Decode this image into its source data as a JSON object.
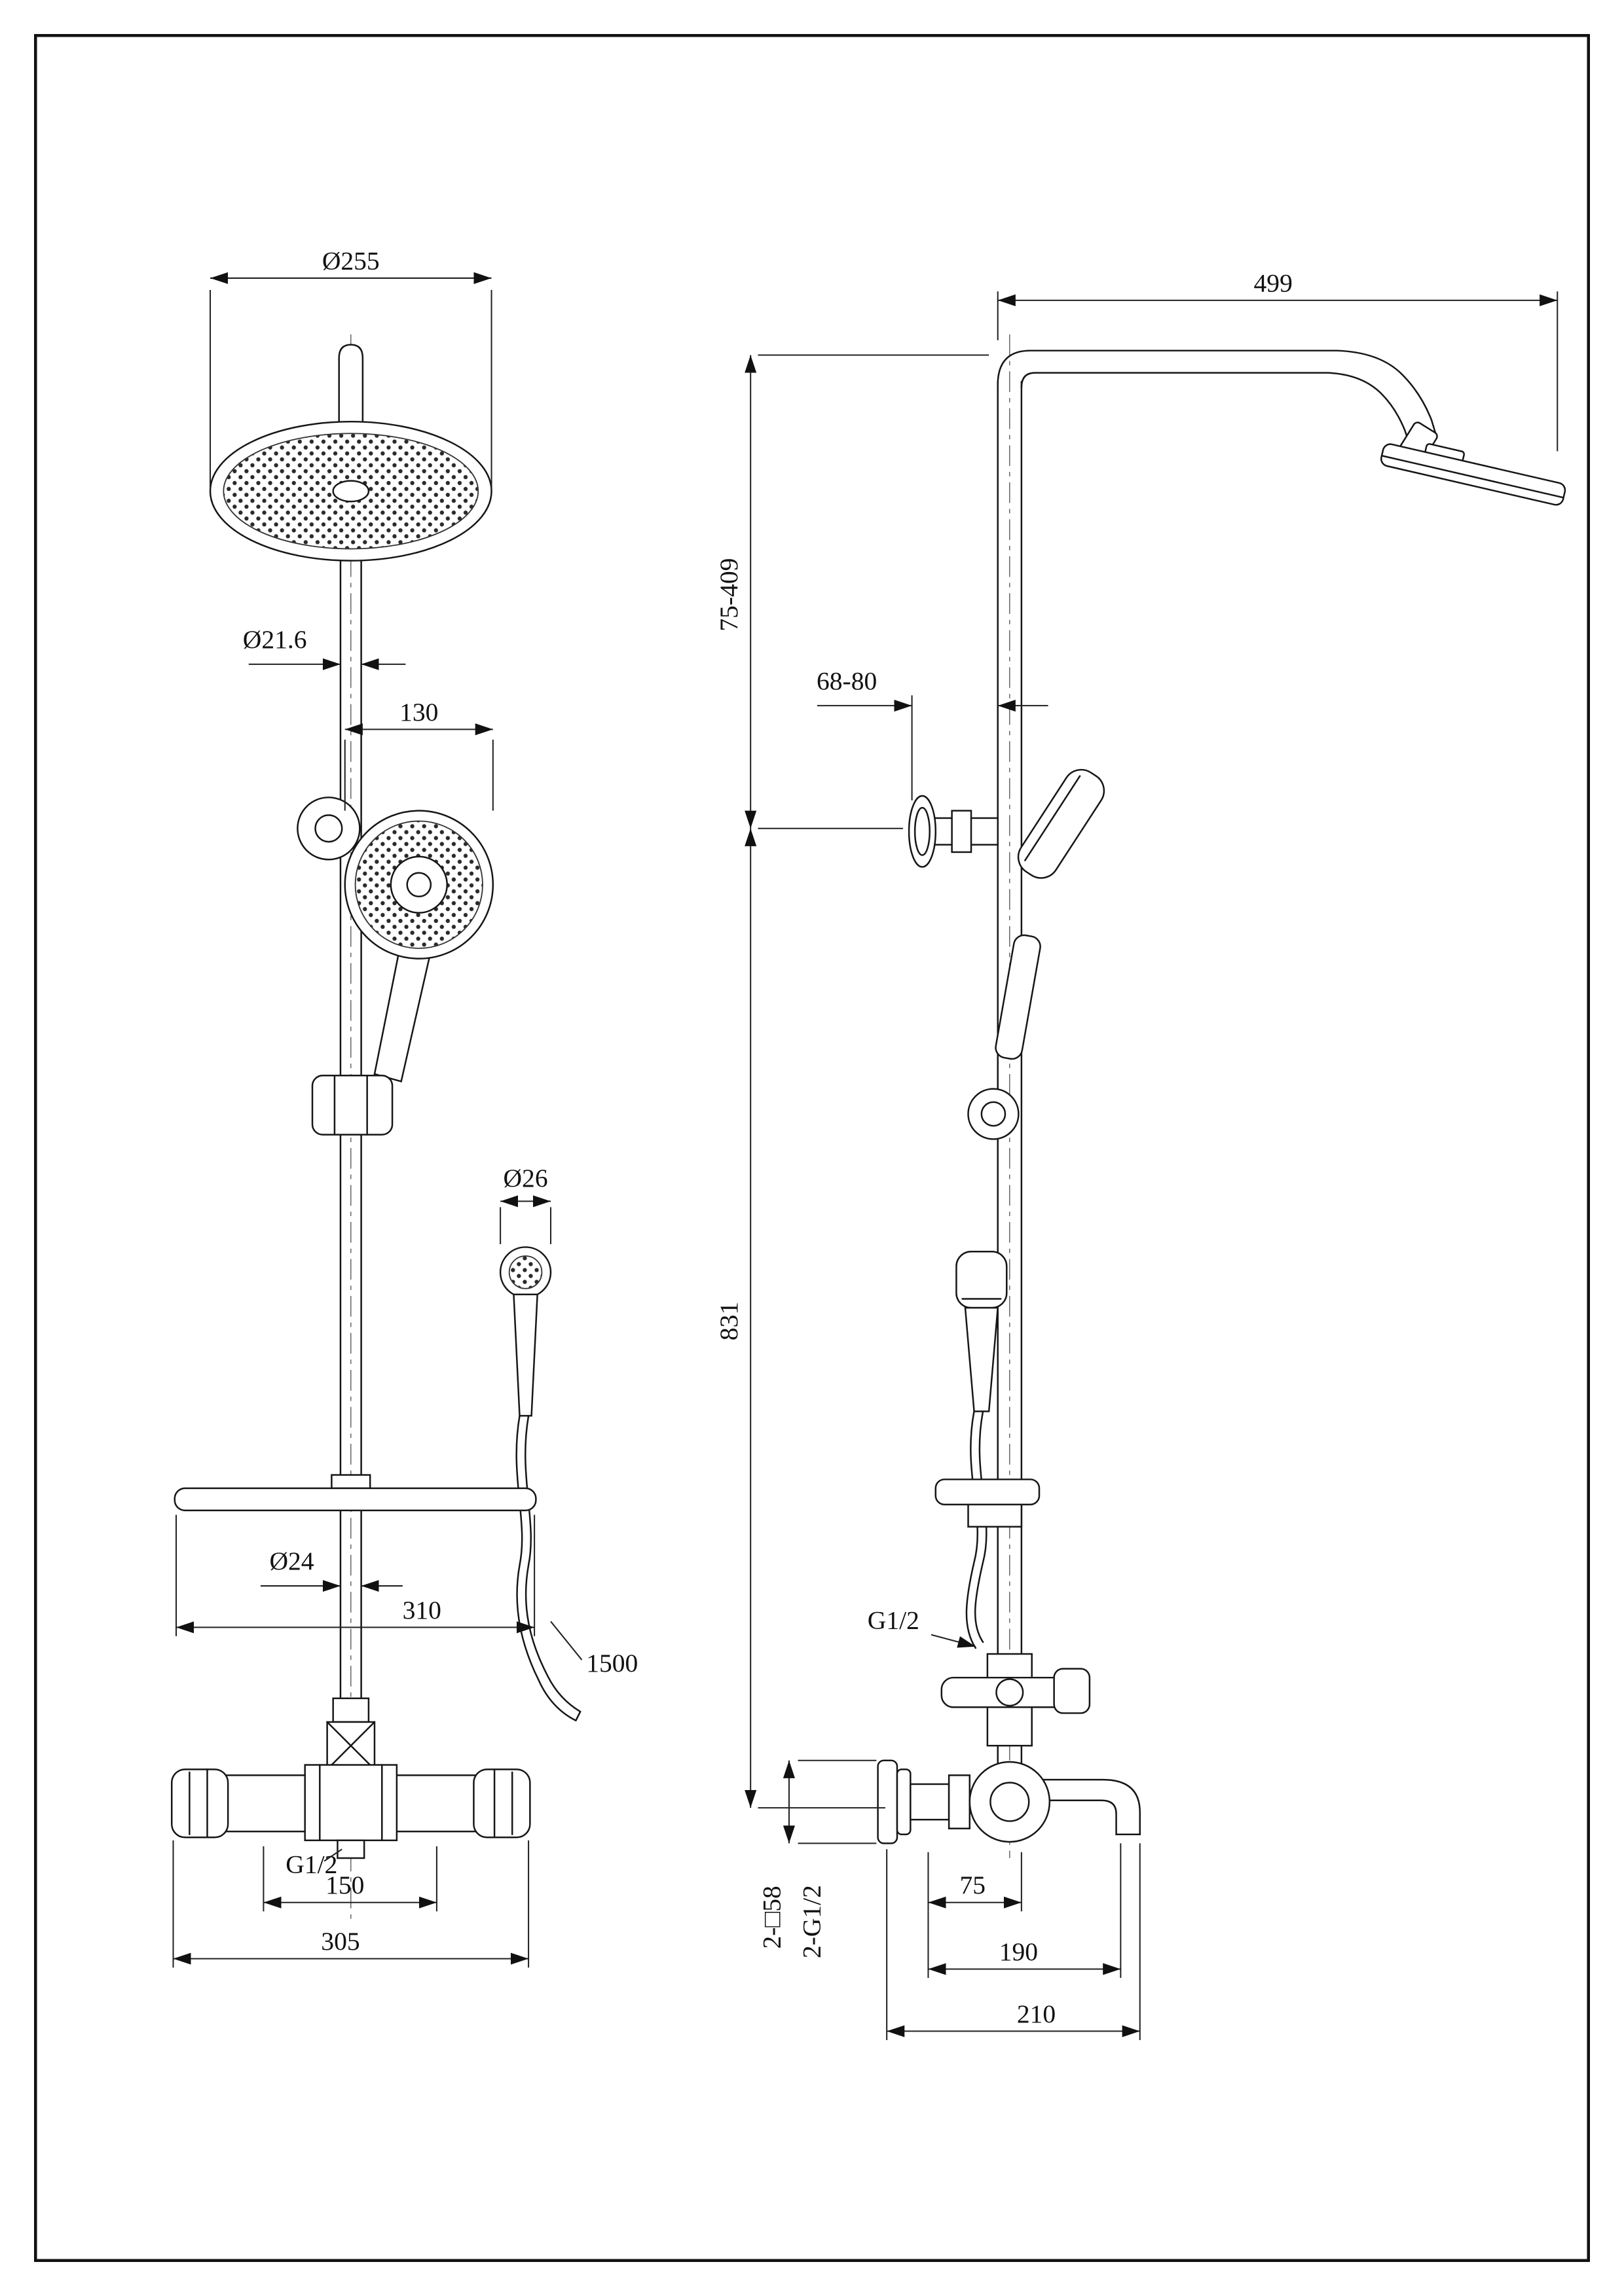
{
  "drawing": {
    "type": "technical dimension drawing, shower column system, front and side views",
    "colors": {
      "line": "#161616",
      "background": "#ffffff"
    },
    "front_view": {
      "head_diameter": "Ø255",
      "riser_diameter": "Ø21.6",
      "hand_shower_diameter": "130",
      "sprayer_diameter": "Ø26",
      "lower_pipe_diameter": "Ø24",
      "shelf_width": "310",
      "hose_length": "1500",
      "outlet_thread": "G1/2",
      "inlet_spacing": "150",
      "mixer_width": "305"
    },
    "side_view": {
      "arm_reach": "499",
      "upper_travel": "75-409",
      "bracket_offset": "68-80",
      "column_height": "831",
      "inlet_thread": "G1/2",
      "flange_square": "2-□58",
      "connection_thread": "2-G1/2",
      "spout_center": "75",
      "spout_reach": "190",
      "overall_depth": "210"
    }
  }
}
